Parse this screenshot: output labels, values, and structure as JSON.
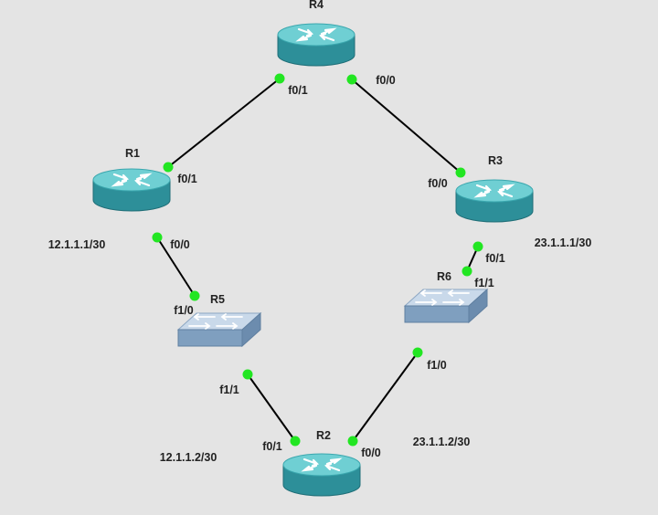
{
  "colors": {
    "background": "#e4e4e4",
    "link": "#000000",
    "port_dot": "#22e622",
    "router_top": "#6fcfd3",
    "router_body": "#2d8f99",
    "switch_top": "#c9d9ea",
    "switch_body": "#7f9fbf"
  },
  "devices": [
    {
      "id": "R4",
      "type": "router",
      "icon": "router-icon",
      "label": "R4"
    },
    {
      "id": "R1",
      "type": "router",
      "icon": "router-icon",
      "label": "R1"
    },
    {
      "id": "R3",
      "type": "router",
      "icon": "router-icon",
      "label": "R3"
    },
    {
      "id": "R5",
      "type": "switch",
      "icon": "switch-icon",
      "label": "R5"
    },
    {
      "id": "R6",
      "type": "switch",
      "icon": "switch-icon",
      "label": "R6"
    },
    {
      "id": "R2",
      "type": "router",
      "icon": "router-icon",
      "label": "R2"
    }
  ],
  "links": [
    {
      "from": "R4",
      "from_port": "f0/1",
      "to": "R1",
      "to_port": "f0/1"
    },
    {
      "from": "R4",
      "from_port": "f0/0",
      "to": "R3",
      "to_port": "f0/0"
    },
    {
      "from": "R1",
      "from_port": "f0/0",
      "to": "R5",
      "to_port": "f1/0"
    },
    {
      "from": "R3",
      "from_port": "f0/1",
      "to": "R6",
      "to_port": "f1/1"
    },
    {
      "from": "R5",
      "from_port": "f1/1",
      "to": "R2",
      "to_port": "f0/1"
    },
    {
      "from": "R6",
      "from_port": "f1/0",
      "to": "R2",
      "to_port": "f0/0"
    }
  ],
  "ip_labels": [
    {
      "id": "ip-r1",
      "text": "12.1.1.1/30"
    },
    {
      "id": "ip-r3",
      "text": "23.1.1.1/30"
    },
    {
      "id": "ip-r2-left",
      "text": "12.1.1.2/30"
    },
    {
      "id": "ip-r2-right",
      "text": "23.1.1.2/30"
    }
  ]
}
